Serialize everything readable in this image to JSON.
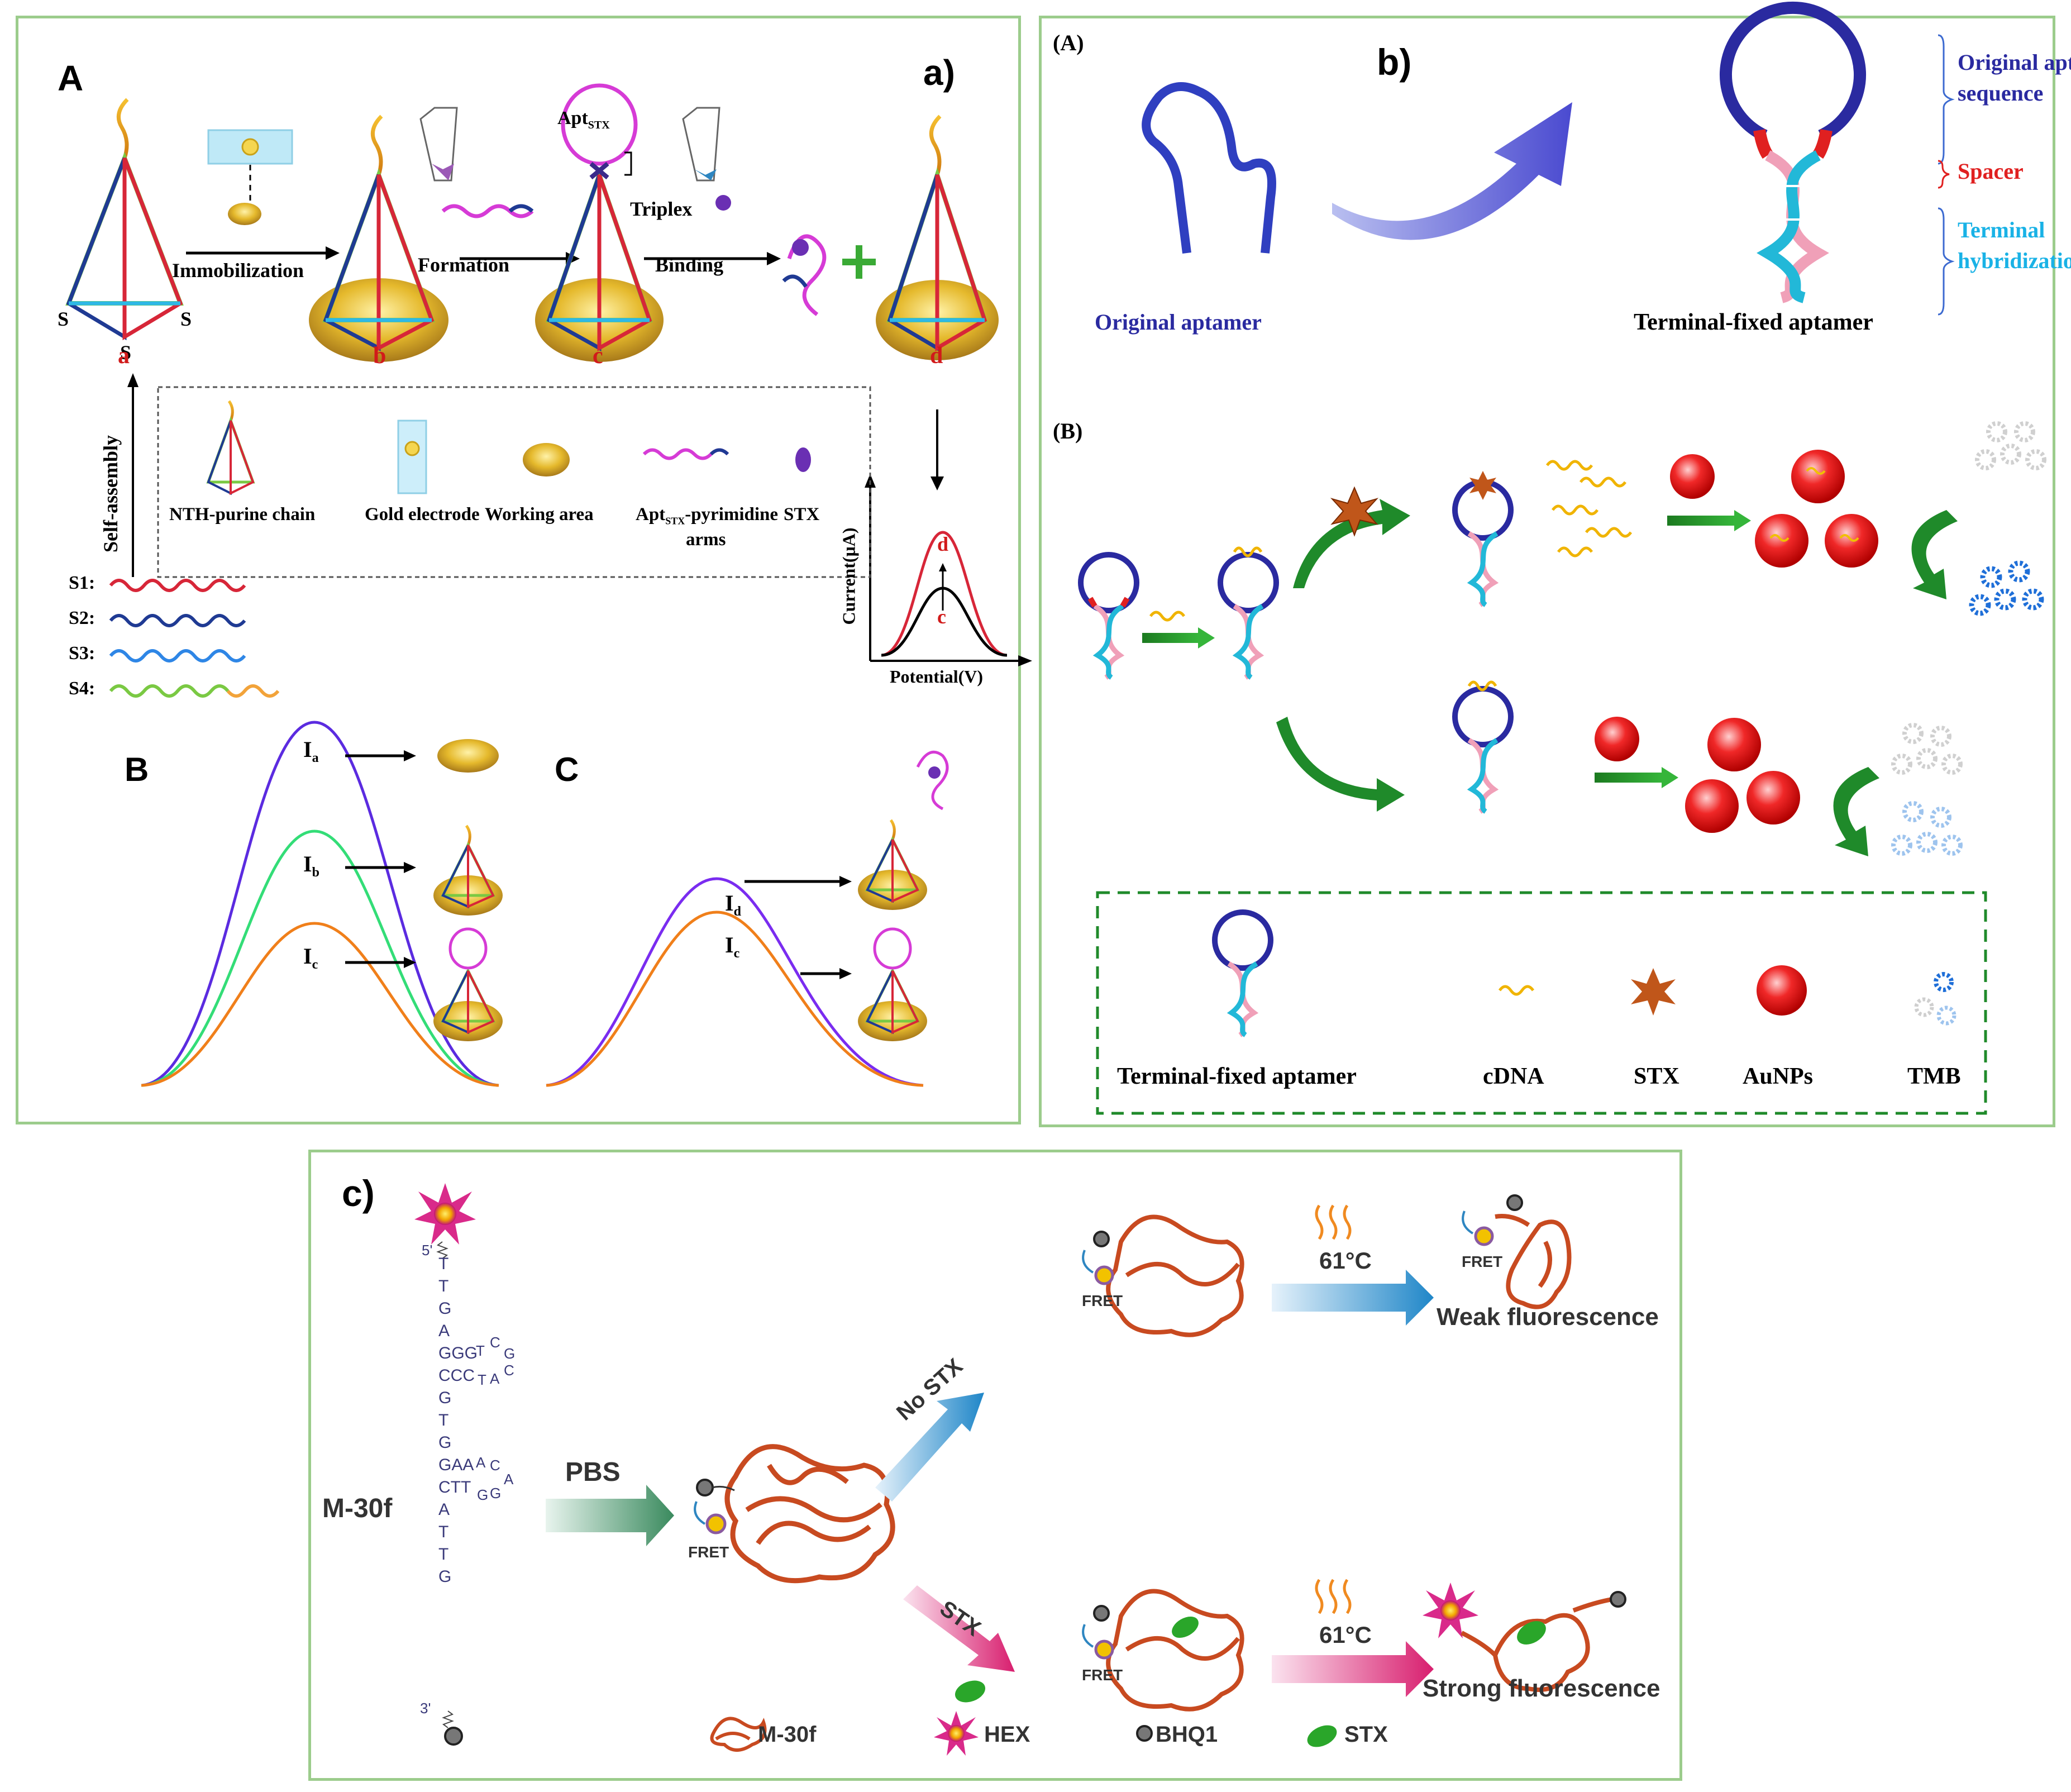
{
  "panel_a": {
    "tag": "a)",
    "A": {
      "letter": "A",
      "steps": [
        "Immobilization",
        "Formation",
        "Binding"
      ],
      "apt_label": "Apt",
      "apt_sub": "STX",
      "triplex": "Triplex",
      "nodes": [
        "a",
        "b",
        "c",
        "d"
      ],
      "sulfur": "S",
      "self_assembly": "Self-assembly",
      "strands": [
        "S1:",
        "S2:",
        "S3:",
        "S4:"
      ],
      "legend": [
        "NTH-purine chain",
        "Gold electrode",
        "Working area",
        "Apt",
        "STX"
      ],
      "legend_apt_sub": "STX",
      "legend_apt_tail": "-pyrimidine",
      "legend_apt_tail2": "arms",
      "axis_y": "Current(μA)",
      "axis_x": "Potential(V)",
      "curve_labels": [
        "d",
        "c"
      ]
    },
    "B": {
      "letter": "B",
      "I": "I",
      "subs": [
        "a",
        "b",
        "c"
      ]
    },
    "C": {
      "letter": "C",
      "I": "I",
      "subs": [
        "d",
        "c"
      ]
    },
    "colors": {
      "red_label": "#d11a1a",
      "plus": "#3aaa35"
    }
  },
  "panel_b": {
    "tag": "b)",
    "A_label": "(A)",
    "B_label": "(B)",
    "original": "Original aptamer",
    "terminal": "Terminal-fixed aptamer",
    "annot": {
      "seq1": "Original aptamer",
      "seq2": "sequence",
      "spacer": "Spacer",
      "term1": "Terminal",
      "term2": "hybridization"
    },
    "legend": [
      "Terminal-fixed aptamer",
      "cDNA",
      "STX",
      "AuNPs",
      "TMB"
    ],
    "colors": {
      "navy": "#2a2aa0",
      "spacer": "#e02020",
      "term": "#19b2e6",
      "green": "#1f8a2a"
    }
  },
  "panel_c": {
    "tag": "c)",
    "m30f": "M-30f",
    "five": "5'",
    "three": "3'",
    "sequence": [
      "T",
      "T",
      "G",
      "A",
      "GGG",
      "CCC",
      "G",
      "T",
      "G",
      "GAA",
      "CTT",
      "A",
      "T",
      "T",
      "G"
    ],
    "loop1": [
      "T",
      "C",
      "G",
      "C",
      "A",
      "T"
    ],
    "loop2": [
      "A",
      "C",
      "A",
      "G",
      "G"
    ],
    "pbs": "PBS",
    "fret": "FRET",
    "no_stx": "No STX",
    "stx": "STX",
    "temp": "61°C",
    "weak": "Weak fluorescence",
    "strong": "Strong fluorescence",
    "legend": [
      "M-30f",
      "HEX",
      "BHQ1",
      "STX"
    ]
  }
}
